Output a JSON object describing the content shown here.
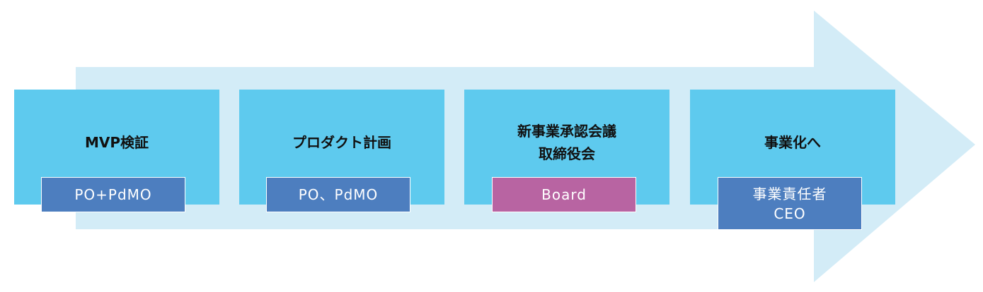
{
  "colors": {
    "arrow": "#d3ecf7",
    "stage_fill": "#5ecaee",
    "role_blue": "#4d7ebf",
    "role_board": "#b864a2",
    "text_dark": "#111111",
    "text_light": "#ffffff"
  },
  "stages": [
    {
      "title": "MVP検証",
      "role": "PO+PdMO"
    },
    {
      "title": "プロダクト計画",
      "role": "PO、PdMO"
    },
    {
      "title": "新事業承認会議\n取締役会",
      "role": "Board"
    },
    {
      "title": "事業化へ",
      "role": "事業責任者\nCEO"
    }
  ]
}
